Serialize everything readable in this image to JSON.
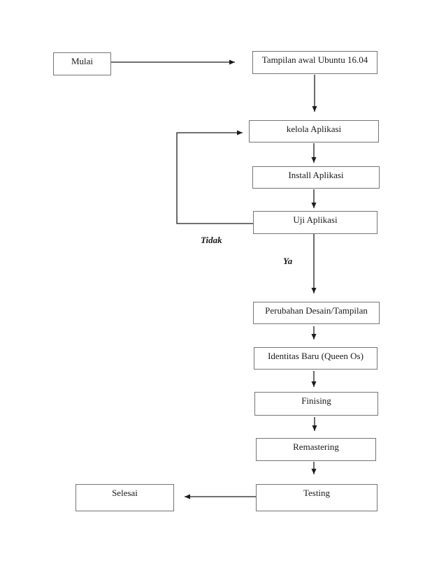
{
  "diagram": {
    "type": "flowchart",
    "nodes": [
      {
        "id": "mulai",
        "label": "Mulai"
      },
      {
        "id": "tampilan-awal",
        "label": "Tampilan awal Ubuntu 16.04"
      },
      {
        "id": "kelola-aplikasi",
        "label": "kelola Aplikasi"
      },
      {
        "id": "install-aplikasi",
        "label": "Install Aplikasi"
      },
      {
        "id": "uji-aplikasi",
        "label": "Uji Aplikasi"
      },
      {
        "id": "perubahan-desain",
        "label": "Perubahan Desain/Tampilan"
      },
      {
        "id": "identitas-baru",
        "label": "Identitas Baru (Queen Os)"
      },
      {
        "id": "finising",
        "label": "Finising"
      },
      {
        "id": "remastering",
        "label": "Remastering"
      },
      {
        "id": "testing",
        "label": "Testing"
      },
      {
        "id": "selesai",
        "label": "Selesai"
      }
    ],
    "edge_labels": [
      {
        "id": "tidak",
        "label": "Tidak"
      },
      {
        "id": "ya",
        "label": "Ya"
      }
    ],
    "colors": {
      "box_border": "#757575",
      "connector": "#1c1c1c",
      "text": "#1a1a1a",
      "background": "#ffffff"
    }
  }
}
